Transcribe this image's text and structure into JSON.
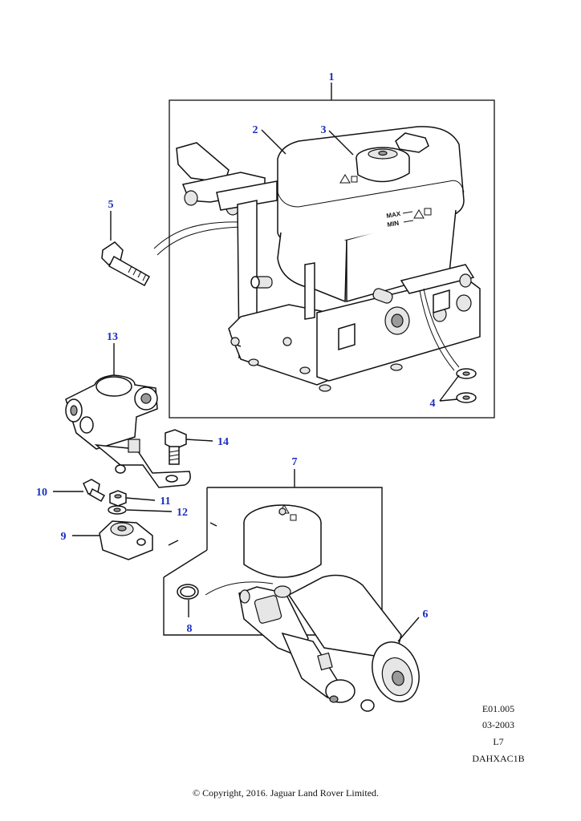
{
  "callouts": {
    "c1": "1",
    "c2": "2",
    "c3": "3",
    "c4": "4",
    "c5": "5",
    "c6": "6",
    "c7": "7",
    "c8": "8",
    "c9": "9",
    "c10": "10",
    "c11": "11",
    "c12": "12",
    "c13": "13",
    "c14": "14"
  },
  "reservoir_labels": {
    "max": "MAX",
    "min": "MIN"
  },
  "reference": {
    "code": "E01.005",
    "date": "03-2003",
    "level": "L7",
    "diagram_id": "DAHXAC1B"
  },
  "footer": {
    "copyright": "© Copyright, 2016. Jaguar Land Rover Limited."
  },
  "colors": {
    "callout": "#1a2fbf",
    "line": "#111111"
  }
}
